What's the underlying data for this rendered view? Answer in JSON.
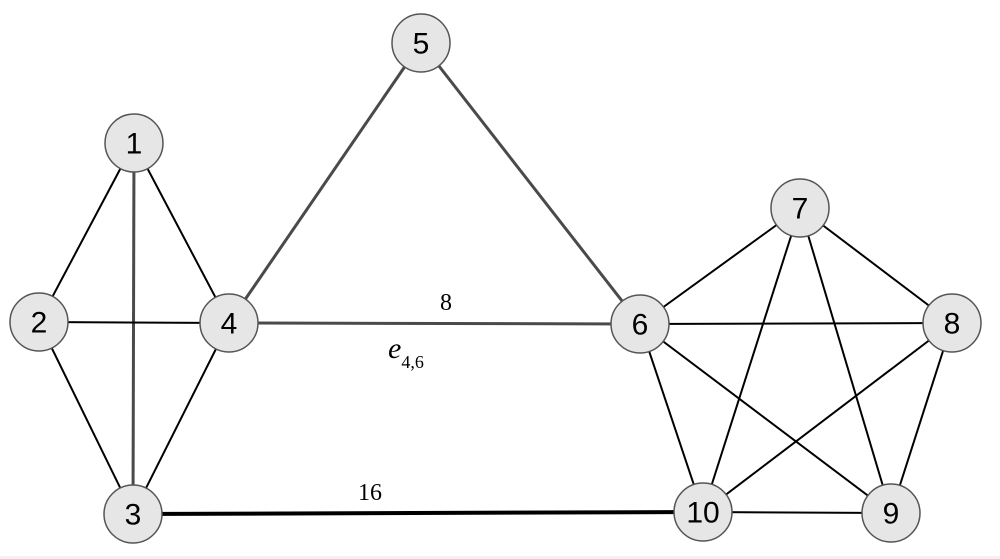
{
  "nodes": [
    {
      "id": "1",
      "label": "1"
    },
    {
      "id": "2",
      "label": "2"
    },
    {
      "id": "3",
      "label": "3"
    },
    {
      "id": "4",
      "label": "4"
    },
    {
      "id": "5",
      "label": "5"
    },
    {
      "id": "6",
      "label": "6"
    },
    {
      "id": "7",
      "label": "7"
    },
    {
      "id": "8",
      "label": "8"
    },
    {
      "id": "9",
      "label": "9"
    },
    {
      "id": "10",
      "label": "10"
    }
  ],
  "edges": [
    {
      "from": "1",
      "to": "2",
      "style": "thin"
    },
    {
      "from": "1",
      "to": "4",
      "style": "thin"
    },
    {
      "from": "1",
      "to": "3",
      "style": "gray"
    },
    {
      "from": "2",
      "to": "4",
      "style": "thin"
    },
    {
      "from": "2",
      "to": "3",
      "style": "thin"
    },
    {
      "from": "3",
      "to": "4",
      "style": "thin"
    },
    {
      "from": "4",
      "to": "5",
      "style": "gray"
    },
    {
      "from": "5",
      "to": "6",
      "style": "gray"
    },
    {
      "from": "4",
      "to": "6",
      "style": "gray"
    },
    {
      "from": "3",
      "to": "10",
      "style": "bold"
    },
    {
      "from": "6",
      "to": "7",
      "style": "thin"
    },
    {
      "from": "6",
      "to": "8",
      "style": "thin"
    },
    {
      "from": "6",
      "to": "9",
      "style": "thin"
    },
    {
      "from": "6",
      "to": "10",
      "style": "thin"
    },
    {
      "from": "7",
      "to": "8",
      "style": "thin"
    },
    {
      "from": "7",
      "to": "9",
      "style": "thin"
    },
    {
      "from": "7",
      "to": "10",
      "style": "thin"
    },
    {
      "from": "8",
      "to": "9",
      "style": "thin"
    },
    {
      "from": "8",
      "to": "10",
      "style": "thin"
    },
    {
      "from": "9",
      "to": "10",
      "style": "thin"
    }
  ],
  "labels": {
    "weight_4_6": "8",
    "name_4_6_base": "e",
    "name_4_6_sub": "4,6",
    "weight_3_10": "16"
  }
}
